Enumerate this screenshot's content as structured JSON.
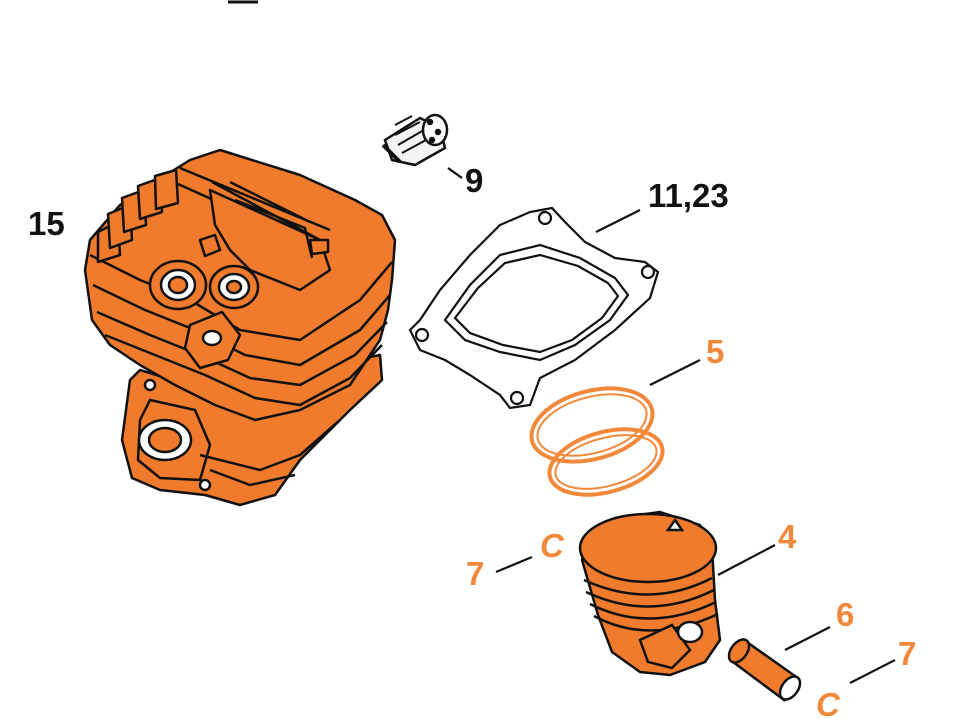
{
  "colors": {
    "part_fill": "#f07b2c",
    "outline": "#111111",
    "highlight_callout": "#f2883a",
    "background": "#ffffff"
  },
  "callouts": {
    "cylinder": "15",
    "decompression_valve": "9",
    "gasket": "11,23",
    "piston_rings": "5",
    "piston": "4",
    "piston_pin": "6",
    "circlip_left": "7",
    "circlip_right": "7"
  },
  "circlip_glyph": "C"
}
